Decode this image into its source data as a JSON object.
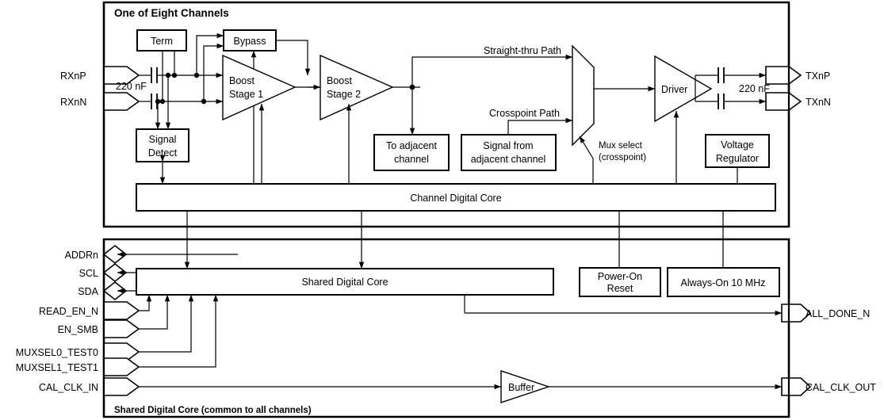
{
  "diagram": {
    "title": "One of Eight Channels",
    "footer_label": "Shared Digital Core (common to all channels)",
    "blocks": {
      "term": "Term",
      "bypass": "Bypass",
      "signal_detect_l1": "Signal",
      "signal_detect_l2": "Detect",
      "boost1_l1": "Boost",
      "boost1_l2": "Stage 1",
      "boost2_l1": "Boost",
      "boost2_l2": "Stage 2",
      "to_adjacent_l1": "To adjacent",
      "to_adjacent_l2": "channel",
      "signal_from_l1": "Signal from",
      "signal_from_l2": "adjacent channel",
      "driver": "Driver",
      "voltage_reg_l1": "Voltage",
      "voltage_reg_l2": "Regulator",
      "channel_digital_core": "Channel Digital Core",
      "shared_digital_core": "Shared Digital Core",
      "power_on_reset_l1": "Power-On",
      "power_on_reset_l2": "Reset",
      "always_on": "Always-On 10 MHz",
      "buffer": "Buffer"
    },
    "labels": {
      "cap_in": "220 nF",
      "cap_out": "220 nF",
      "straight_thru": "Straight-thru Path",
      "crosspoint": "Crosspoint Path",
      "mux_select_l1": "Mux select",
      "mux_select_l2": "(crosspoint)"
    },
    "pins_left_top": [
      {
        "name": "RXnP",
        "type": "input"
      },
      {
        "name": "RXnN",
        "type": "input"
      }
    ],
    "pins_right_top": [
      {
        "name": "TXnP",
        "type": "output"
      },
      {
        "name": "TXnN",
        "type": "output"
      }
    ],
    "pins_left_bottom": [
      {
        "name": "ADDRn",
        "type": "bidir"
      },
      {
        "name": "SCL",
        "type": "bidir"
      },
      {
        "name": "SDA",
        "type": "bidir"
      },
      {
        "name": "READ_EN_N",
        "type": "input"
      },
      {
        "name": "EN_SMB",
        "type": "input"
      },
      {
        "name": "MUXSEL0_TEST0",
        "type": "input"
      },
      {
        "name": "MUXSEL1_TEST1",
        "type": "input"
      },
      {
        "name": "CAL_CLK_IN",
        "type": "input"
      }
    ],
    "pins_right_bottom": [
      {
        "name": "ALL_DONE_N",
        "type": "output"
      },
      {
        "name": "CAL_CLK_OUT",
        "type": "output"
      }
    ],
    "colors": {
      "stroke": "#000000",
      "fill": "#ffffff"
    }
  }
}
